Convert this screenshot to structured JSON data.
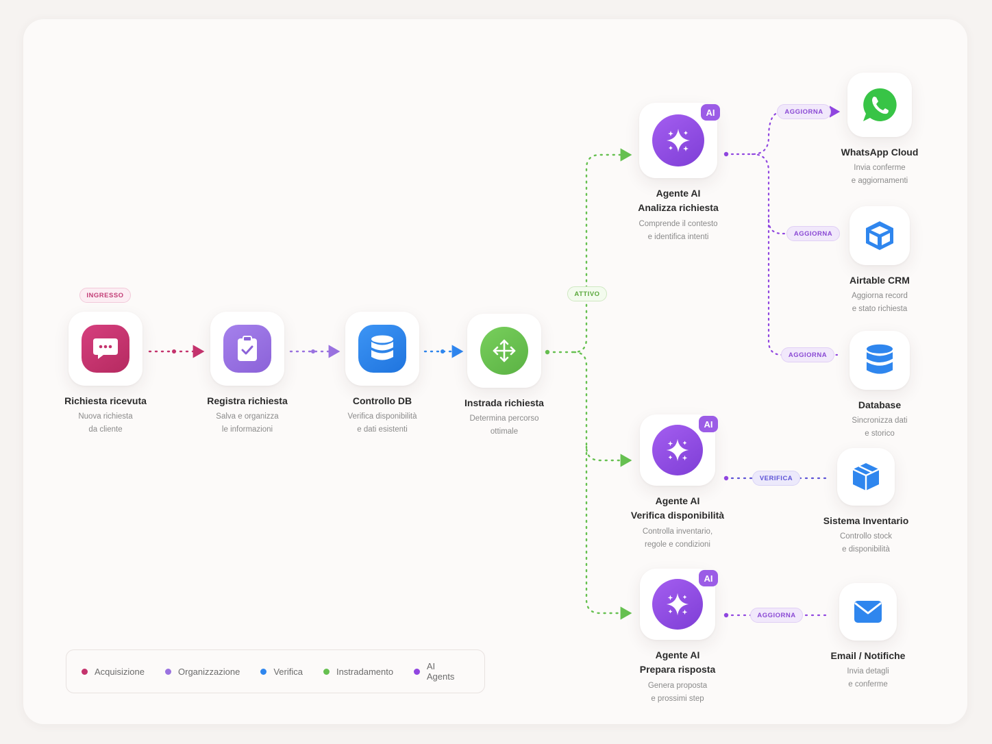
{
  "colors": {
    "pink": "#c4336d",
    "purple_light": "#9a72e0",
    "blue": "#2f86ee",
    "green": "#66c050",
    "ai_purple": "#9046e0",
    "whatsapp": "#38c446"
  },
  "nodes": {
    "richiesta": {
      "title": "Richiesta ricevuta",
      "sub1": "Nuova richiesta",
      "sub2": "da cliente",
      "icon": "chat-bubble-icon"
    },
    "registra": {
      "title": "Registra richiesta",
      "sub1": "Salva e organizza",
      "sub2": "le informazioni",
      "icon": "clipboard-check-icon"
    },
    "controllo": {
      "title": "Controllo DB",
      "sub1": "Verifica disponibilità",
      "sub2": "e dati esistenti",
      "icon": "database-icon"
    },
    "instrada": {
      "title": "Instrada richiesta",
      "sub1": "Determina percorso",
      "sub2": "ottimale",
      "icon": "routing-arrows-icon"
    },
    "agente1": {
      "title": "Agente AI",
      "title2": "Analizza richiesta",
      "sub1": "Comprende il contesto",
      "sub2": "e identifica intenti",
      "badge": "AI",
      "icon": "sparkle-icon"
    },
    "agente2": {
      "title": "Agente AI",
      "title2": "Verifica disponibilità",
      "sub1": "Controlla inventario,",
      "sub2": "regole e condizioni",
      "badge": "AI",
      "icon": "sparkle-icon"
    },
    "agente3": {
      "title": "Agente AI",
      "title2": "Prepara risposta",
      "sub1": "Genera proposta",
      "sub2": "e prossimi step",
      "badge": "AI",
      "icon": "sparkle-icon"
    },
    "whatsapp": {
      "title": "WhatsApp Cloud",
      "sub1": "Invia conferme",
      "sub2": "e aggiornamenti",
      "icon": "whatsapp-icon"
    },
    "airtable": {
      "title": "Airtable CRM",
      "sub1": "Aggiorna record",
      "sub2": "e stato richiesta",
      "icon": "airtable-box-icon"
    },
    "database": {
      "title": "Database",
      "sub1": "Sincronizza dati",
      "sub2": "e storico",
      "icon": "database-icon"
    },
    "inventario": {
      "title": "Sistema Inventario",
      "sub1": "Controllo stock",
      "sub2": "e disponibilità",
      "icon": "package-icon"
    },
    "email": {
      "title": "Email / Notifiche",
      "sub1": "Invia detagli",
      "sub2": "e conferme",
      "icon": "envelope-icon"
    }
  },
  "pills": {
    "ingresso": "INGRESSO",
    "attivo": "ATTIVO",
    "aggiorna": "AGGIORNA",
    "verifica": "VERIFICA"
  },
  "legend": [
    {
      "label": "Acquisizione",
      "color": "#c4336d"
    },
    {
      "label": "Organizzazione",
      "color": "#9a72e0"
    },
    {
      "label": "Verifica",
      "color": "#2f86ee"
    },
    {
      "label": "Instradamento",
      "color": "#66c050"
    },
    {
      "label": "AI Agents",
      "color": "#9046e0"
    }
  ]
}
